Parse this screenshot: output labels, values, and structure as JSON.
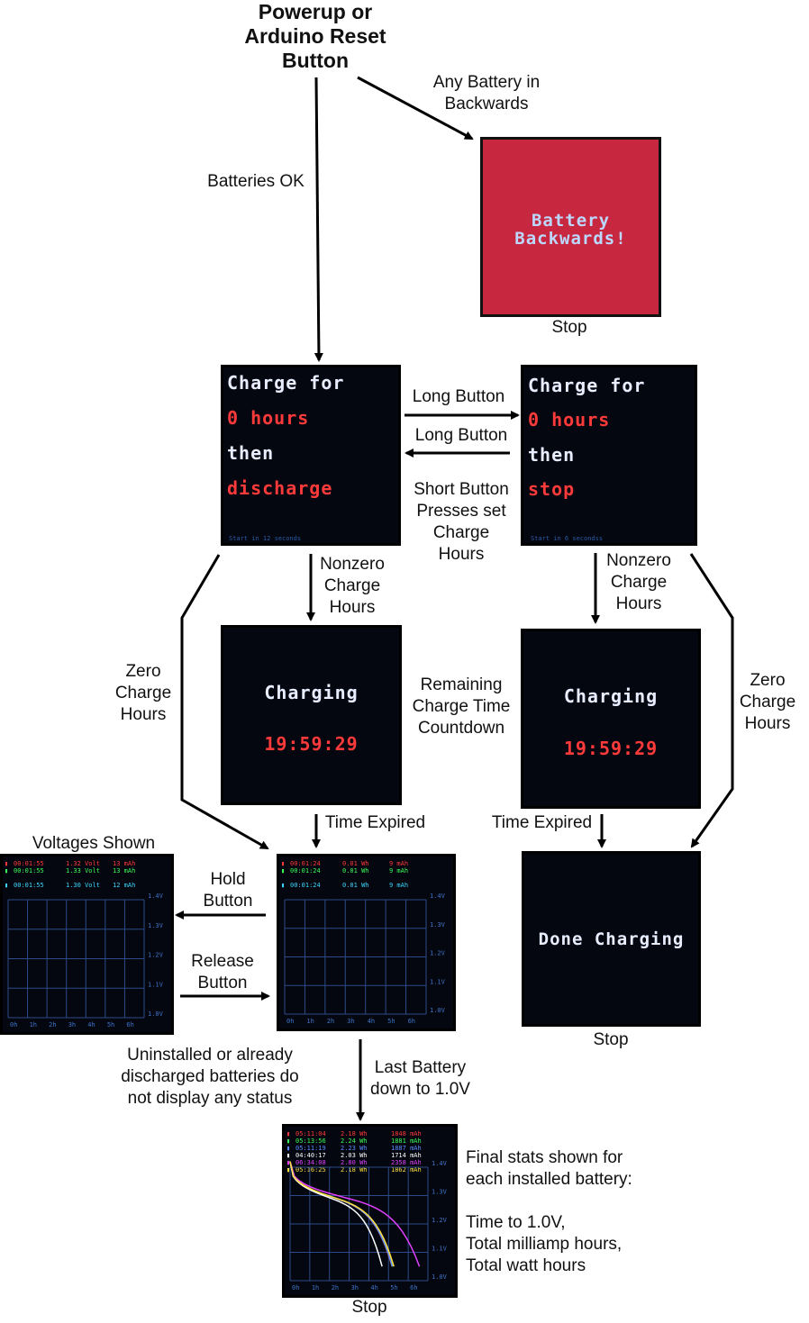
{
  "title": "Powerup or\nArduino Reset\nButton",
  "labels": {
    "backwards": "Any Battery in\nBackwards",
    "batteries_ok": "Batteries OK",
    "stop_top": "Stop",
    "long_button_1": "Long Button",
    "long_button_2": "Long Button",
    "short_button": "Short Button\nPresses set\nCharge\nHours",
    "nonzero_left": "Nonzero\nCharge\nHours",
    "nonzero_right": "Nonzero\nCharge\nHours",
    "zero_left": "Zero\nCharge\nHours",
    "zero_right": "Zero\nCharge\nHours",
    "remaining": "Remaining\nCharge Time\nCountdown",
    "time_expired_left": "Time Expired",
    "time_expired_right": "Time Expired",
    "voltages_shown": "Voltages Shown",
    "hold_button": "Hold\nButton",
    "release_button": "Release\nButton",
    "uninstalled": "Uninstalled or already\ndischarged batteries do\nnot display any status",
    "stop_done": "Stop",
    "last_battery": "Last Battery\ndown to 1.0V",
    "final_stats": "Final stats shown for\neach installed battery:\n\nTime to 1.0V,\nTotal milliamp hours,\nTotal watt hours",
    "stop_bottom": "Stop"
  },
  "screens": {
    "backwards": {
      "line1": "Battery",
      "line2": "Backwards!"
    },
    "menu_left": {
      "line1": "Charge for",
      "line2": "0 hours",
      "line3": "then",
      "line4": "discharge",
      "footer": "Start in 12 seconds"
    },
    "menu_right": {
      "line1": "Charge for",
      "line2": "0 hours",
      "line3": "then",
      "line4": "stop",
      "footer": "Start in 6 secondss"
    },
    "charging_left": {
      "line1": "Charging",
      "time": "19:59:29"
    },
    "charging_right": {
      "line1": "Charging",
      "time": "19:59:29"
    },
    "done": {
      "line1": "Done Charging"
    },
    "volts_screen": {
      "rows": [
        {
          "time": "00:01:55",
          "value": "1.32 Volt",
          "mah": "13 mAh",
          "color": "#ff3b3b"
        },
        {
          "time": "00:01:55",
          "value": "1.33 Volt",
          "mah": "13 mAh",
          "color": "#3bff5a"
        },
        {
          "time": "00:01:55",
          "value": "1.30 Volt",
          "mah": "12 mAh",
          "color": "#3bd8ff"
        }
      ]
    },
    "wh_screen": {
      "rows": [
        {
          "time": "00:01:24",
          "value": "0.01 Wh",
          "mah": "9 mAh",
          "color": "#ff3b3b"
        },
        {
          "time": "00:01:24",
          "value": "0.01 Wh",
          "mah": "9 mAh",
          "color": "#3bff5a"
        },
        {
          "time": "00:01:24",
          "value": "0.01 Wh",
          "mah": "9 mAh",
          "color": "#3bd8ff"
        }
      ]
    },
    "final_screen": {
      "rows": [
        {
          "time": "05:11:04",
          "value": "2.18 Wh",
          "mah": "1848 mAh",
          "color": "#ff3b3b"
        },
        {
          "time": "05:13:56",
          "value": "2.24 Wh",
          "mah": "1881 mAh",
          "color": "#3bff5a"
        },
        {
          "time": "05:11:19",
          "value": "2.23 Wh",
          "mah": "1887 mAh",
          "color": "#5a8bff"
        },
        {
          "time": "04:40:17",
          "value": "2.03 Wh",
          "mah": "1714 mAh",
          "color": "#ffffff"
        },
        {
          "time": "06:34:08",
          "value": "2.80 Wh",
          "mah": "2358 mAh",
          "color": "#e040ff"
        },
        {
          "time": "05:16:25",
          "value": "2.18 Wh",
          "mah": "1862 mAh",
          "color": "#ffe040"
        }
      ]
    },
    "axis": {
      "y_ticks": [
        "1.4V",
        "1.3V",
        "1.2V",
        "1.1V",
        "1.0V"
      ],
      "x_ticks": [
        "0h",
        "1h",
        "2h",
        "3h",
        "4h",
        "5h",
        "6h"
      ]
    }
  }
}
